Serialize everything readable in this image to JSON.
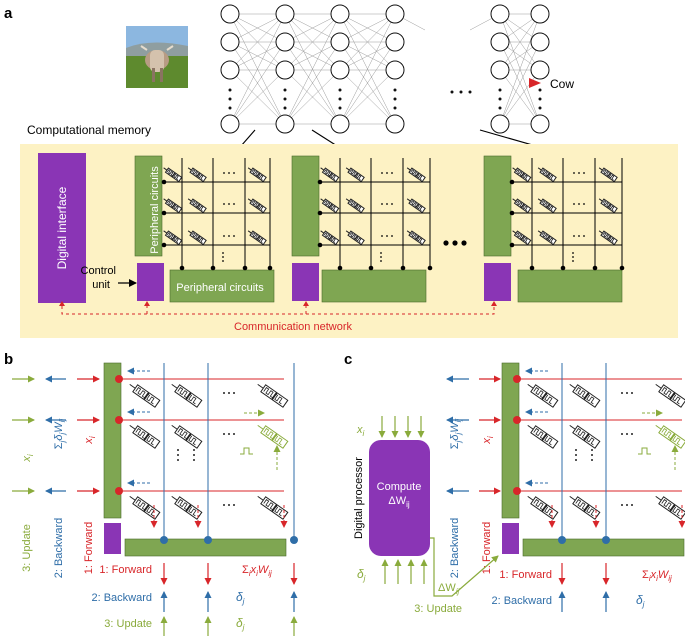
{
  "panels": {
    "a": "a",
    "b": "b",
    "c": "c"
  },
  "network": {
    "output": "Cow"
  },
  "memory": {
    "title": "Computational memory",
    "digital_interface": "Digital interface",
    "peripheral_vertical": "Peripheral circuits",
    "peripheral_horizontal": "Peripheral circuits",
    "control_unit_line1": "Control",
    "control_unit_line2": "unit",
    "communication": "Communication network"
  },
  "panel_b": {
    "legend": {
      "forward": "1: Forward",
      "backward": "2: Backward",
      "update": "3: Update"
    },
    "rotated": {
      "update": "3: Update",
      "backward": "2: Backward",
      "forward": "1: Forward"
    },
    "xi": "x",
    "xi_sub": "i",
    "sum_delta": "Σ",
    "sum_x": "Σ",
    "delta": "δ",
    "delta_sub": "j"
  },
  "panel_c": {
    "digital_processor": "Digital processor",
    "compute_line1": "Compute",
    "compute_line2": "ΔW",
    "compute_sub": "ij",
    "update": "3: Update",
    "delta_w": "ΔW",
    "legend": {
      "forward": "1: Forward",
      "backward": "2: Backward"
    },
    "rotated": {
      "backward": "2: Backward",
      "forward": "1: Forward"
    }
  },
  "colors": {
    "forward": "#d8262a",
    "backward": "#2f6ea8",
    "update": "#8aab3c",
    "green_block": "#7fa652",
    "purple_block": "#8a35b5",
    "memory_bg": "#fdf2c4"
  }
}
